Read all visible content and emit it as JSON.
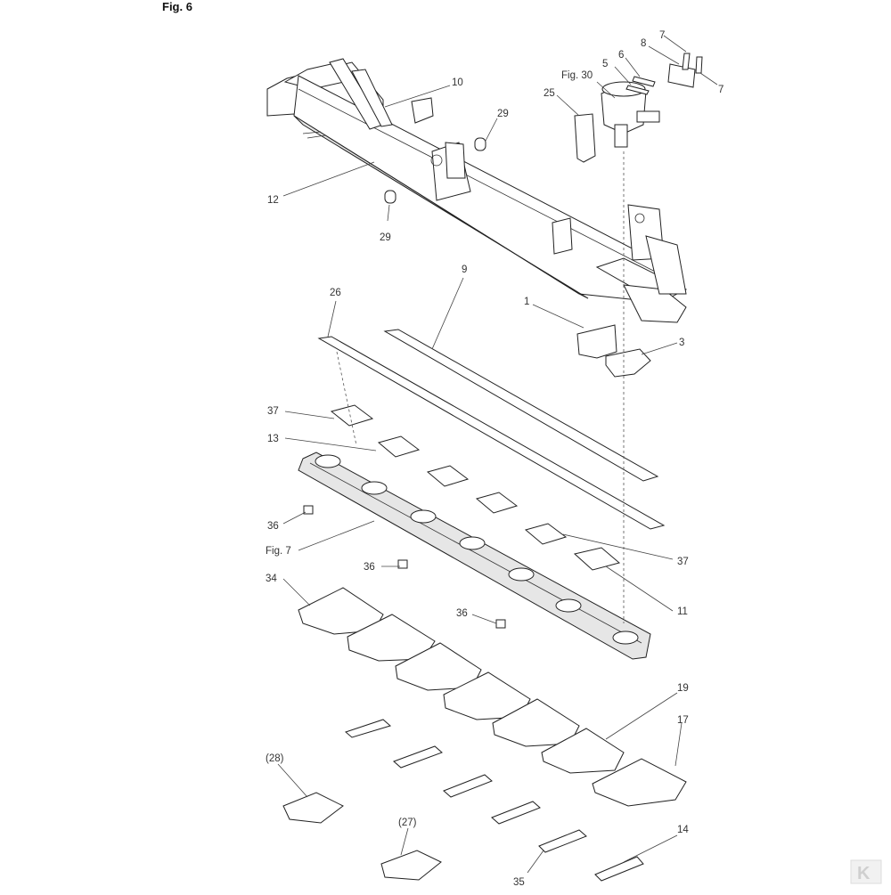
{
  "figure_title": "Fig. 6",
  "labels": {
    "p10": "10",
    "p29a": "29",
    "p29b": "29",
    "p12": "12",
    "fig30": "Fig. 30",
    "p5": "5",
    "p6": "6",
    "p7a": "7",
    "p7b": "7",
    "p8": "8",
    "p25": "25",
    "p26": "26",
    "p9": "9",
    "p1": "1",
    "p3": "3",
    "p37a": "37",
    "p13": "13",
    "p36a": "36",
    "fig7": "Fig. 7",
    "p37b": "37",
    "p36b": "36",
    "p34": "34",
    "p36c": "36",
    "p11": "11",
    "p19": "19",
    "p17": "17",
    "p28": "(28)",
    "p27": "(27)",
    "p14": "14",
    "p35": "35"
  },
  "logo_text": "K"
}
